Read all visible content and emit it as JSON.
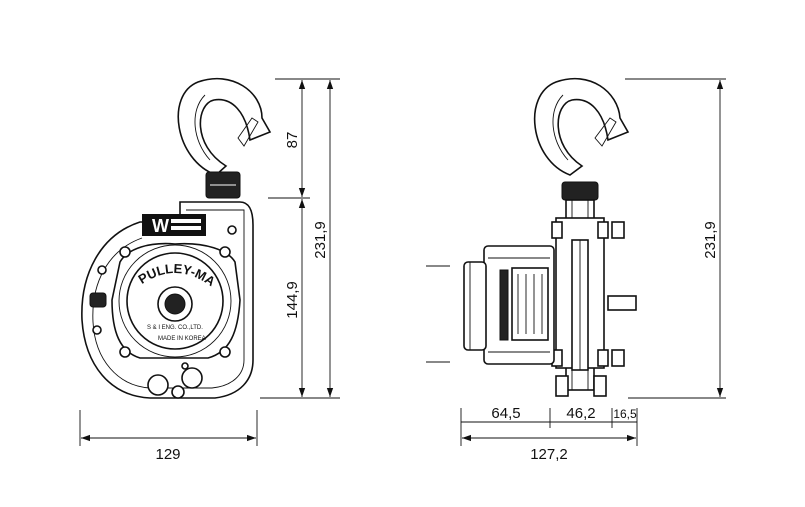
{
  "front_view": {
    "dimensions": {
      "hook_height": "87",
      "total_height": "231,9",
      "body_height": "144,9",
      "width": "129"
    },
    "brand_badge": "W",
    "nameplate": {
      "product": "PULLEY-MAN",
      "maker": "S & I ENG. CO.,LTD.",
      "origin": "MADE IN KOREA"
    }
  },
  "side_view": {
    "dimensions": {
      "total_height": "231,9",
      "segment_1": "64,5",
      "segment_2": "46,2",
      "segment_3": "16,5",
      "total_width": "127,2"
    }
  }
}
